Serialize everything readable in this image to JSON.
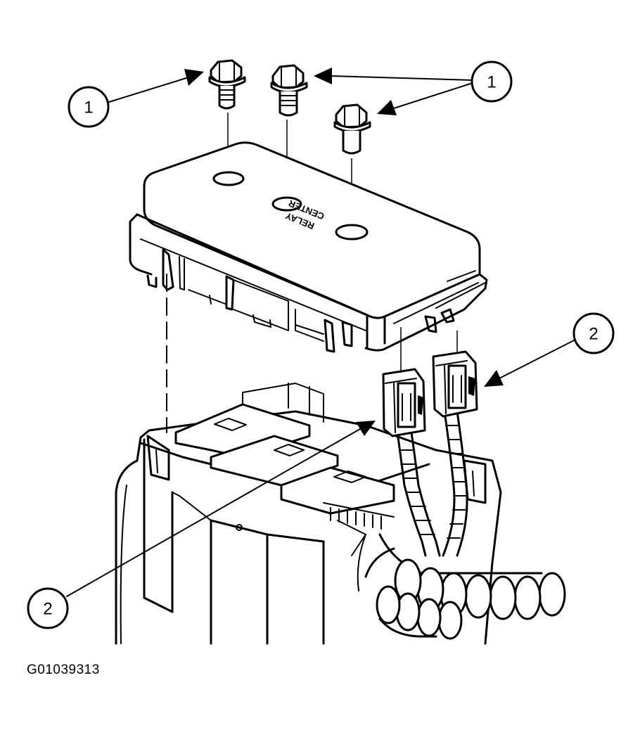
{
  "callouts": [
    {
      "number": "1",
      "target": "bolts"
    },
    {
      "number": "1",
      "target": "bolts"
    },
    {
      "number": "2",
      "target": "electrical-connectors"
    },
    {
      "number": "2",
      "target": "electrical-connectors"
    }
  ],
  "cover_label": {
    "line1": "RELAY",
    "line2": "CENTER"
  },
  "figure_id": "G01039313"
}
